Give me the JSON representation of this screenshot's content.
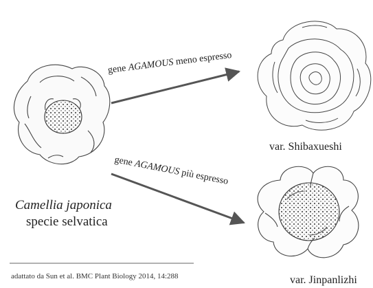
{
  "arrow_top": {
    "prefix": "gene ",
    "gene": "AGAMOUS",
    "suffix": " meno espresso"
  },
  "arrow_bottom": {
    "prefix": "gene ",
    "gene": "AGAMOUS",
    "suffix": " più espresso"
  },
  "wild": {
    "name": "Camellia japonica",
    "subtitle": "specie selvatica"
  },
  "variety_top": "var. Shibaxueshi",
  "variety_bottom": "var. Jinpanlizhi",
  "source": "adattato da Sun et al. BMC Plant Biology 2014, 14:288"
}
